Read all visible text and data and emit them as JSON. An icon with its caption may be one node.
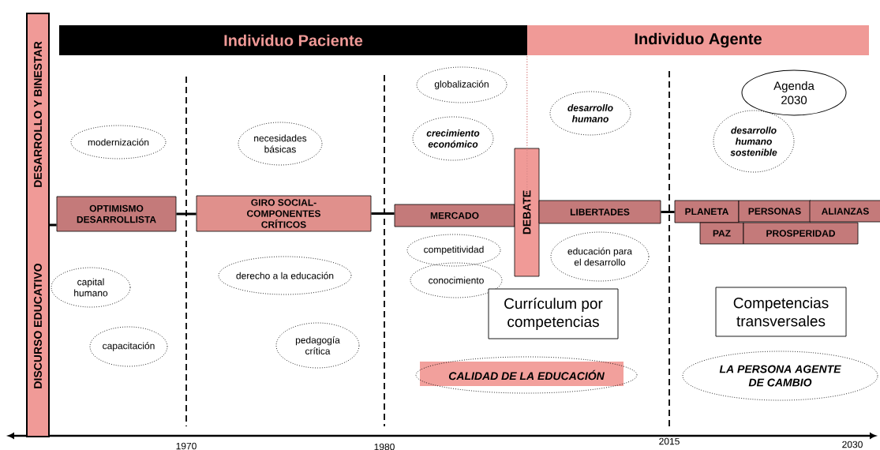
{
  "diagram": {
    "nodes": [
      {
        "text": [
          "DESARROLLO Y BINESTAR",
          "DISCURSO EDUCATIVO"
        ]
      },
      {
        "text": [
          "Individuo Paciente"
        ]
      },
      {
        "text": [
          "Individuo Agente"
        ]
      },
      {
        "text": [
          "modernización"
        ]
      },
      {
        "text": [
          "necesidades básicas"
        ]
      },
      {
        "text": [
          "globalización"
        ]
      },
      {
        "text": [
          "crecimiento económico"
        ]
      },
      {
        "text": [
          "desarrollo humano"
        ]
      },
      {
        "text": [
          "Agenda 2030"
        ]
      },
      {
        "text": [
          "desarrollo humano sostenible"
        ]
      },
      {
        "text": [
          "OPTIMISMO DESARROLLISTA"
        ]
      },
      {
        "text": [
          "GIRO SOCIAL- COMPONENTES CRÍTICOS"
        ]
      },
      {
        "text": [
          "MERCADO"
        ]
      },
      {
        "text": [
          "DEBATE"
        ]
      },
      {
        "text": [
          "LIBERTADES"
        ]
      },
      {
        "text": [
          "PLANETA"
        ]
      },
      {
        "text": [
          "PERSONAS"
        ]
      },
      {
        "text": [
          "ALIANZAS"
        ]
      },
      {
        "text": [
          "PAZ"
        ]
      },
      {
        "text": [
          "PROSPERIDAD"
        ]
      },
      {
        "text": [
          "capital humano"
        ]
      },
      {
        "text": [
          "capacitación"
        ]
      },
      {
        "text": [
          "derecho a la educación"
        ]
      },
      {
        "text": [
          "pedagogía crítica"
        ]
      },
      {
        "text": [
          "competitividad"
        ]
      },
      {
        "text": [
          "conocimiento"
        ]
      },
      {
        "text": [
          "educación para el desarrollo"
        ]
      },
      {
        "text": [
          "Currículum por competencias"
        ]
      },
      {
        "text": [
          "Competencias transversales"
        ]
      },
      {
        "text": [
          "CALIDAD DE LA EDUCACIÓN"
        ]
      },
      {
        "text": [
          "LA PERSONA AGENTE DE CAMBIO"
        ]
      }
    ],
    "edges": [
      {
        "from": 0,
        "to": 10,
        "arrow": "none"
      },
      {
        "from": 10,
        "to": 11,
        "arrow": "none"
      },
      {
        "from": 11,
        "to": 12,
        "arrow": "none"
      },
      {
        "from": 14,
        "to": 15,
        "arrow": "none"
      },
      {
        "from": 2,
        "to": 13,
        "arrow": "none",
        "style": "dashed",
        "color": "#d98a8a"
      }
    ],
    "labels": [
      "1970",
      "1980",
      "2015",
      "2030"
    ]
  }
}
